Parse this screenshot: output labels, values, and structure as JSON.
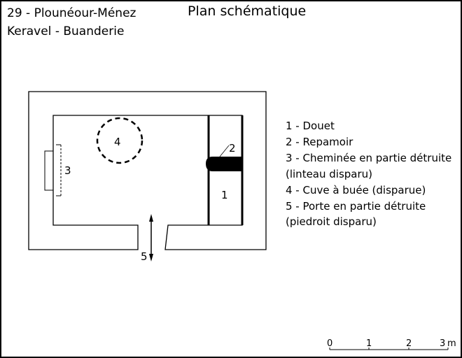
{
  "header": {
    "location": "29 - Plounéour-Ménez",
    "site": "Keravel - Buanderie",
    "title": "Plan schématique"
  },
  "plan_labels": {
    "l1": "1",
    "l2": "2",
    "l3": "3",
    "l4": "4",
    "l5": "5"
  },
  "legend": [
    "1 - Douet",
    "2 - Repamoir",
    "3 - Cheminée en partie détruite",
    "(linteau disparu)",
    "4 - Cuve à buée (disparue)",
    "5 - Porte en partie détruite",
    "(piedroit disparu)"
  ],
  "scale": {
    "t0": "0",
    "t1": "1",
    "t2": "2",
    "t3": "3",
    "unit": "m"
  }
}
